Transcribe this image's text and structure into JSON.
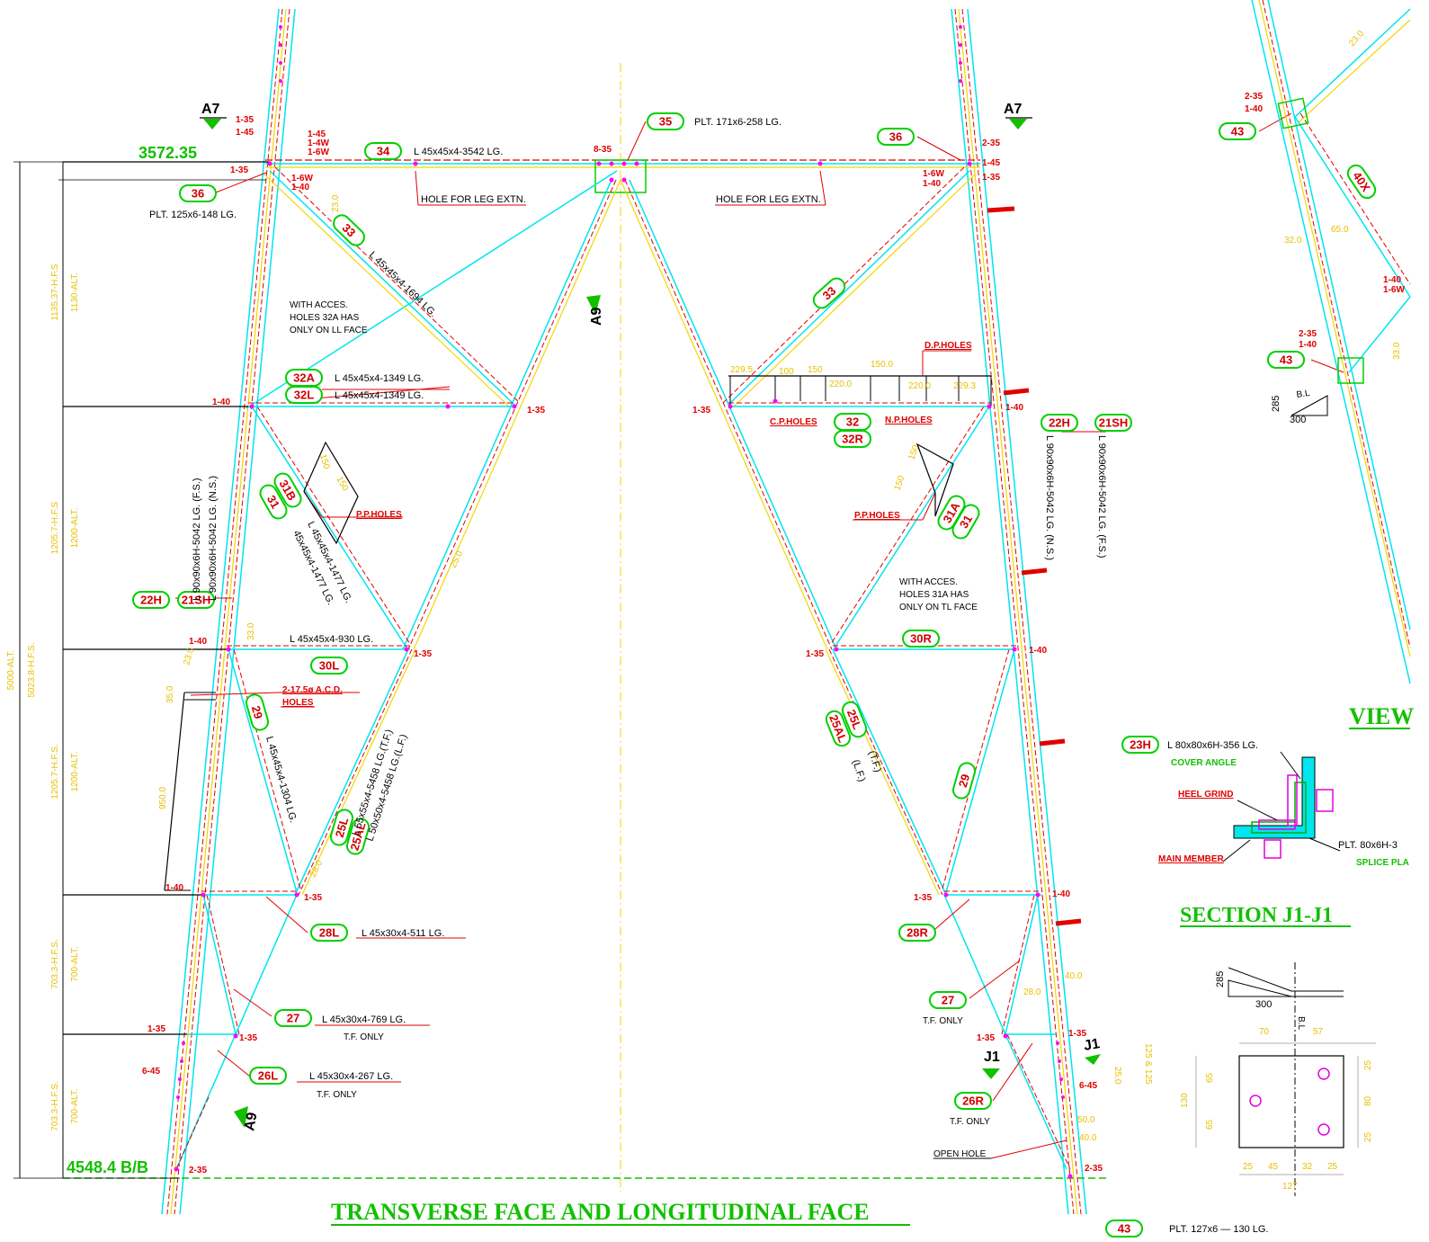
{
  "title": "TRANSVERSE FACE AND LONGITUDINAL FACE",
  "section_title": "SECTION J1-J1",
  "view_title_partial": "VIEW",
  "top_dimension": "3572.35",
  "bottom_dimension": "4548.4 B/B",
  "section_marks": {
    "a7_left": "A7",
    "a7_right": "A7",
    "a9_mid": "A9",
    "a9_low": "A9",
    "j1_left": "J1",
    "j1_right": "J1"
  },
  "left_dims": {
    "overall_alt": "5000-ALT.",
    "overall_hfs": "5023.8-H.F.S.",
    "p1_hfs": "1135.37-H.F.S",
    "p1_alt": "1130-ALT.",
    "p2_hfs": "1205.7-H.F.S",
    "p2_alt": "1200-ALT.",
    "p3_hfs": "1205.7-H.F.S.",
    "p3_alt": "1200-ALT.",
    "p4_hfs": "703.3-H.F.S.",
    "p4_alt": "700-ALT.",
    "p5_hfs": "703.3-H.F.S.",
    "p5_alt": "700-ALT."
  },
  "tags": {
    "t34": "34",
    "t35": "35",
    "t36l": "36",
    "t36r": "36",
    "t33l": "33",
    "t33r": "33",
    "t32a": "32A",
    "t32l": "32L",
    "t32": "32",
    "t32r": "32R",
    "t31b": "31B",
    "t31": "31",
    "t31a": "31A",
    "t31r": "31",
    "t22hl": "22H",
    "t21shl": "21SH",
    "t22hr": "22H",
    "t21shr": "21SH",
    "t30l": "30L",
    "t30r": "30R",
    "t29l": "29",
    "t29r": "29",
    "t25l": "25L",
    "t25al": "25AL",
    "t25lr": "25L",
    "t25alr": "25AL",
    "t28l": "28L",
    "t28r": "28R",
    "t27l": "27",
    "t27r": "27",
    "t26l": "26L",
    "t26r": "26R",
    "t23h": "23H",
    "t43a": "43",
    "t43b": "43",
    "t43c": "43",
    "t40x": "40X"
  },
  "notes": {
    "m34": "L 45x45x4-3542 LG.",
    "m35": "PLT. 171x6-258 LG.",
    "m36": "PLT. 125x6-148 LG.",
    "hole_leg_l": "HOLE FOR LEG EXTN.",
    "hole_leg_r": "HOLE FOR LEG EXTN.",
    "m33": "L 45x45x4-1694 LG.",
    "acc1_a": "WITH ACCES.",
    "acc1_b": "HOLES 32A HAS",
    "acc1_c": "ONLY ON LL FACE",
    "m32a": "L 45x45x4-1349 LG.",
    "m32l": "L 45x45x4-1349 LG.",
    "leg_fs": "L 90x90x6H-5042 LG. (F.S.)",
    "leg_ns": "L 90x90x6H-5042 LG. (N.S.)",
    "leg_ns_r": "L 90x90x6H-5042 LG. (N.S.)",
    "leg_fs_r": "L 90x90x6H-5042 LG. (F.S.)",
    "m31a": "L 45x45x4-1477 LG.",
    "m31b": "45x45x4-1477 LG.",
    "pp_l": "P.P.HOLES",
    "pp_r": "P.P.HOLES",
    "acc2_a": "WITH ACCES.",
    "acc2_b": "HOLES 31A HAS",
    "acc2_c": "ONLY ON TL FACE",
    "m30l": "L 45x45x4-930 LG.",
    "acd_a": "2-17.5ø A.C.D.",
    "acd_b": "HOLES",
    "m29": "L 45x45x4-1304 LG.",
    "m25a": "L 55x55x4-5458 LG.(T.F.)",
    "m25b": "L 50x50x4-5458 LG.(L.F.)",
    "tf": "(T.F.)",
    "lf": "(L.F.)",
    "m28l": "L 45x30x4-511 LG.",
    "m27": "L 45x30x4-769 LG.",
    "tf_only1": "T.F. ONLY",
    "m26": "L 45x30x4-267 LG.",
    "tf_only2": "T.F. ONLY",
    "tf_only3": "T.F. ONLY",
    "tf_only4": "T.F. ONLY",
    "open_hole": "OPEN HOLE",
    "dp": "D.P.HOLES",
    "cp": "C.P.HOLES",
    "np": "N.P.HOLES",
    "m23h": "L 80x80x6H-356 LG.",
    "cover": "COVER ANGLE",
    "heel": "HEEL GRIND",
    "main": "MAIN MEMBER",
    "splice": "SPLICE PLA",
    "plt80": "PLT. 80x6H-3",
    "plt127": "PLT. 127x6 — 130 LG.",
    "bl": "B.L",
    "bl2": "B.L"
  },
  "bolts": {
    "b1": "1-35",
    "b2": "1-45",
    "b3": "1-45",
    "b4": "1-4W",
    "b5": "1-6W",
    "b6": "1-35",
    "b7": "1-6W",
    "b8": "1-40",
    "b9": "8-35",
    "b10": "2-35",
    "b11": "1-45",
    "b12": "1-35",
    "b13": "1-6W",
    "b14": "1-40",
    "b15": "1-40",
    "b16": "1-35",
    "b17": "1-35",
    "b18": "1-40",
    "b19": "1-40",
    "b20": "1-35",
    "b21": "1-35",
    "b22": "1-40",
    "b23": "1-40",
    "b24": "1-35",
    "b25": "1-35",
    "b26": "1-40",
    "b27": "1-35",
    "b28": "1-35",
    "b29": "1-35",
    "b30": "6-45",
    "b31": "2-35",
    "b32": "1-35",
    "b33": "6-45",
    "b34": "2-35",
    "b35": "2-35",
    "b36": "1-40",
    "b37": "2-35",
    "b38": "1-40",
    "b39": "1-40",
    "b40": "1-6W"
  },
  "yellow_dims": {
    "y1": "229.5",
    "y2": "100",
    "y3": "150",
    "y4": "150.0",
    "y5": "220.0",
    "y6": "220.0",
    "y7": "229.3",
    "y8": "150",
    "y9": "150",
    "y10": "150",
    "y11": "150",
    "y12": "35.0",
    "y13": "950.0",
    "y14": "33.0",
    "y15": "23.0",
    "y16": "28.0",
    "y17": "25.0",
    "y18": "40.0",
    "y19": "50.0",
    "y20": "40.0",
    "y21": "25.0",
    "y22": "125 & 125",
    "y23": "28.0",
    "y24": "23.0",
    "y25": "32.0",
    "y26": "65.0",
    "y27": "33.0",
    "y28": "70",
    "y29": "57",
    "y30": "65",
    "y31": "65",
    "y32": "130",
    "y33": "25",
    "y34": "80",
    "y35": "25",
    "y36": "25",
    "y37": "45",
    "y38": "32",
    "y39": "25",
    "y40": "127",
    "y41": "285",
    "y42": "300",
    "y43": "285",
    "y44": "300",
    "y45": "23.0"
  },
  "colors": {
    "cyan": "#00e5ee",
    "yellow": "#f0d800",
    "red": "#e00000",
    "green": "#12c000",
    "magenta": "#e000e0"
  }
}
